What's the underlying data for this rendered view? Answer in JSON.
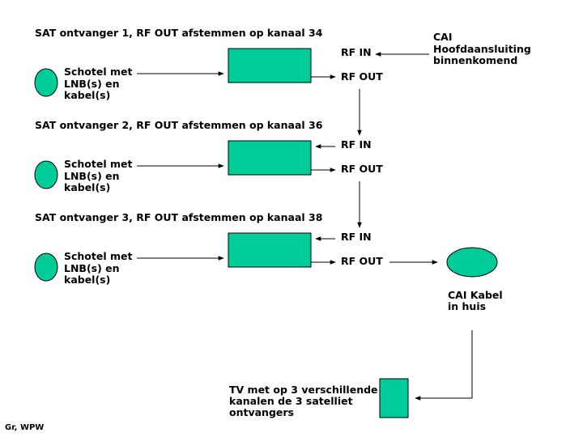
{
  "receivers": [
    {
      "title": "SAT ontvanger 1, RF OUT afstemmen op kanaal 34",
      "dish_label": [
        "Schotel met",
        "LNB(s) en",
        "kabel(s)"
      ],
      "rf_in": "RF IN",
      "rf_out": "RF OUT"
    },
    {
      "title": "SAT ontvanger 2, RF OUT afstemmen op kanaal 36",
      "dish_label": [
        "Schotel met",
        "LNB(s) en",
        "kabel(s)"
      ],
      "rf_in": "RF IN",
      "rf_out": "RF OUT"
    },
    {
      "title": "SAT ontvanger 3, RF OUT afstemmen op kanaal 38",
      "dish_label": [
        "Schotel met",
        "LNB(s) en",
        "kabel(s)"
      ],
      "rf_in": "RF IN",
      "rf_out": "RF OUT"
    }
  ],
  "cai_source": [
    "CAI",
    "Hoofdaansluiting",
    "binnenkomend"
  ],
  "cai_house": [
    "CAI Kabel",
    "in huis"
  ],
  "tv": [
    "TV met op 3 verschillende",
    "kanalen de 3 satelliet",
    "ontvangers"
  ],
  "credit": "Gr, WPW",
  "colors": {
    "component_fill": "#00cc99",
    "stroke": "#000000"
  }
}
